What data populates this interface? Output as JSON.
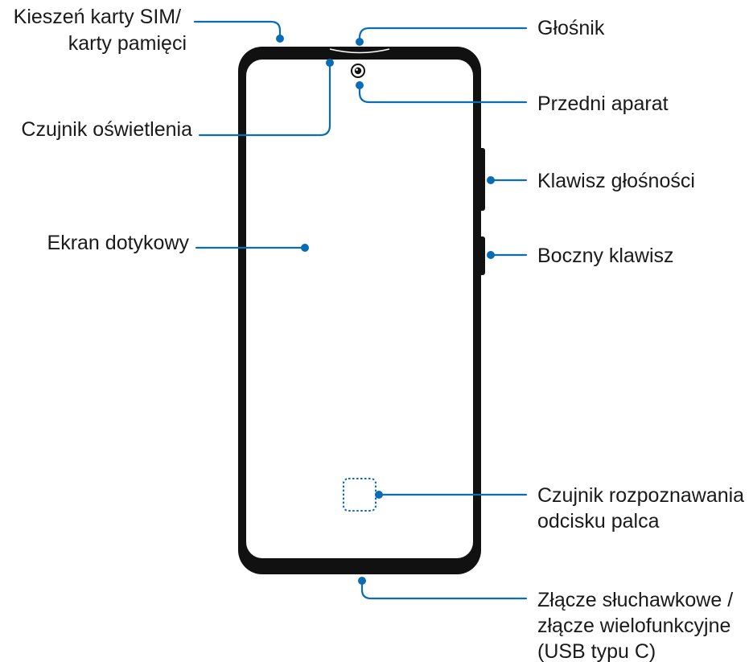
{
  "colors": {
    "accent": "#0a6cb5",
    "device": "#111111",
    "text": "#1a1a1a"
  },
  "labels": {
    "sim_slot": [
      "Kieszeń karty SIM/",
      "karty pamięci"
    ],
    "light_sensor": [
      "Czujnik oświetlenia"
    ],
    "touchscreen": [
      "Ekran dotykowy"
    ],
    "speaker": [
      "Głośnik"
    ],
    "front_camera": [
      "Przedni aparat"
    ],
    "volume_key": [
      "Klawisz głośności"
    ],
    "side_key": [
      "Boczny klawisz"
    ],
    "fingerprint_sensor": [
      "Czujnik rozpoznawania",
      "odcisku palca"
    ],
    "connector": [
      "Złącze słuchawkowe /",
      "złącze wielofunkcyjne",
      "(USB typu C)"
    ]
  }
}
